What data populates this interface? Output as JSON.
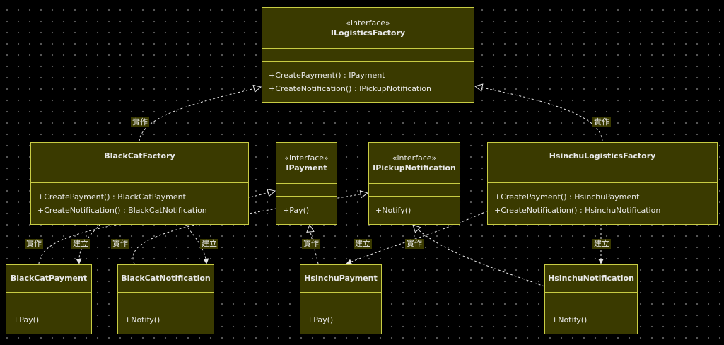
{
  "classes": {
    "ilogistics": {
      "stereotype": "«interface»",
      "name": "ILogisticsFactory",
      "methods": [
        "+CreatePayment() : IPayment",
        "+CreateNotification() : IPickupNotification"
      ]
    },
    "blackcatfactory": {
      "name": "BlackCatFactory",
      "methods": [
        "+CreatePayment() : BlackCatPayment",
        "+CreateNotification() : BlackCatNotification"
      ]
    },
    "ipayment": {
      "stereotype": "«interface»",
      "name": "IPayment",
      "methods": [
        "+Pay()"
      ]
    },
    "ipickup": {
      "stereotype": "«interface»",
      "name": "IPickupNotification",
      "methods": [
        "+Notify()"
      ]
    },
    "hsinchufactory": {
      "name": "HsinchuLogisticsFactory",
      "methods": [
        "+CreatePayment() : HsinchuPayment",
        "+CreateNotification() : HsinchuNotification"
      ]
    },
    "blackcatpayment": {
      "name": "BlackCatPayment",
      "methods": [
        "+Pay()"
      ]
    },
    "blackcatnotification": {
      "name": "BlackCatNotification",
      "methods": [
        "+Notify()"
      ]
    },
    "hsinchupayment": {
      "name": "HsinchuPayment",
      "methods": [
        "+Pay()"
      ]
    },
    "hsinchunotification": {
      "name": "HsinchuNotification",
      "methods": [
        "+Notify()"
      ]
    }
  },
  "relations": {
    "realize_label": "實作",
    "create_label": "建立"
  },
  "colors": {
    "background": "#000000",
    "node_fill": "#3a3a00",
    "node_border": "#c8cc44",
    "edge": "#e6e6e6"
  }
}
